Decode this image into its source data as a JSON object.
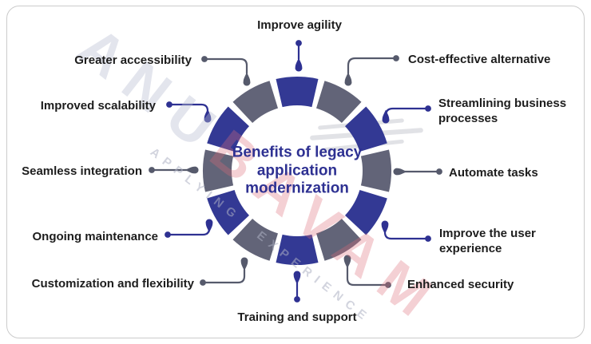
{
  "frame": {
    "title": "Benefits of legacy application modernization"
  },
  "watermark": {
    "brand_gray": "ANU",
    "brand_pink": "BAVAM",
    "tagline": "APPLYING EXPERIENCE"
  },
  "colors": {
    "blue": "#333994",
    "gray": "#626478",
    "connector_blue": "#2e3192",
    "connector_gray": "#565a6c",
    "title": "#2e3192",
    "label": "#1d1d1d",
    "background": "#ffffff",
    "border": "#cbcbcb"
  },
  "items": [
    {
      "label": "Improve agility",
      "color": "blue"
    },
    {
      "label": "Cost-effective alternative",
      "color": "gray"
    },
    {
      "label": "Streamlining business processes",
      "color": "blue"
    },
    {
      "label": "Automate tasks",
      "color": "gray"
    },
    {
      "label": "Improve the user experience",
      "color": "blue"
    },
    {
      "label": "Enhanced security",
      "color": "gray"
    },
    {
      "label": "Training and support",
      "color": "blue"
    },
    {
      "label": "Customization and flexibility",
      "color": "gray"
    },
    {
      "label": "Ongoing maintenance",
      "color": "blue"
    },
    {
      "label": "Seamless integration",
      "color": "gray"
    },
    {
      "label": "Improved scalability",
      "color": "blue"
    },
    {
      "label": "Greater accessibility",
      "color": "gray"
    }
  ]
}
